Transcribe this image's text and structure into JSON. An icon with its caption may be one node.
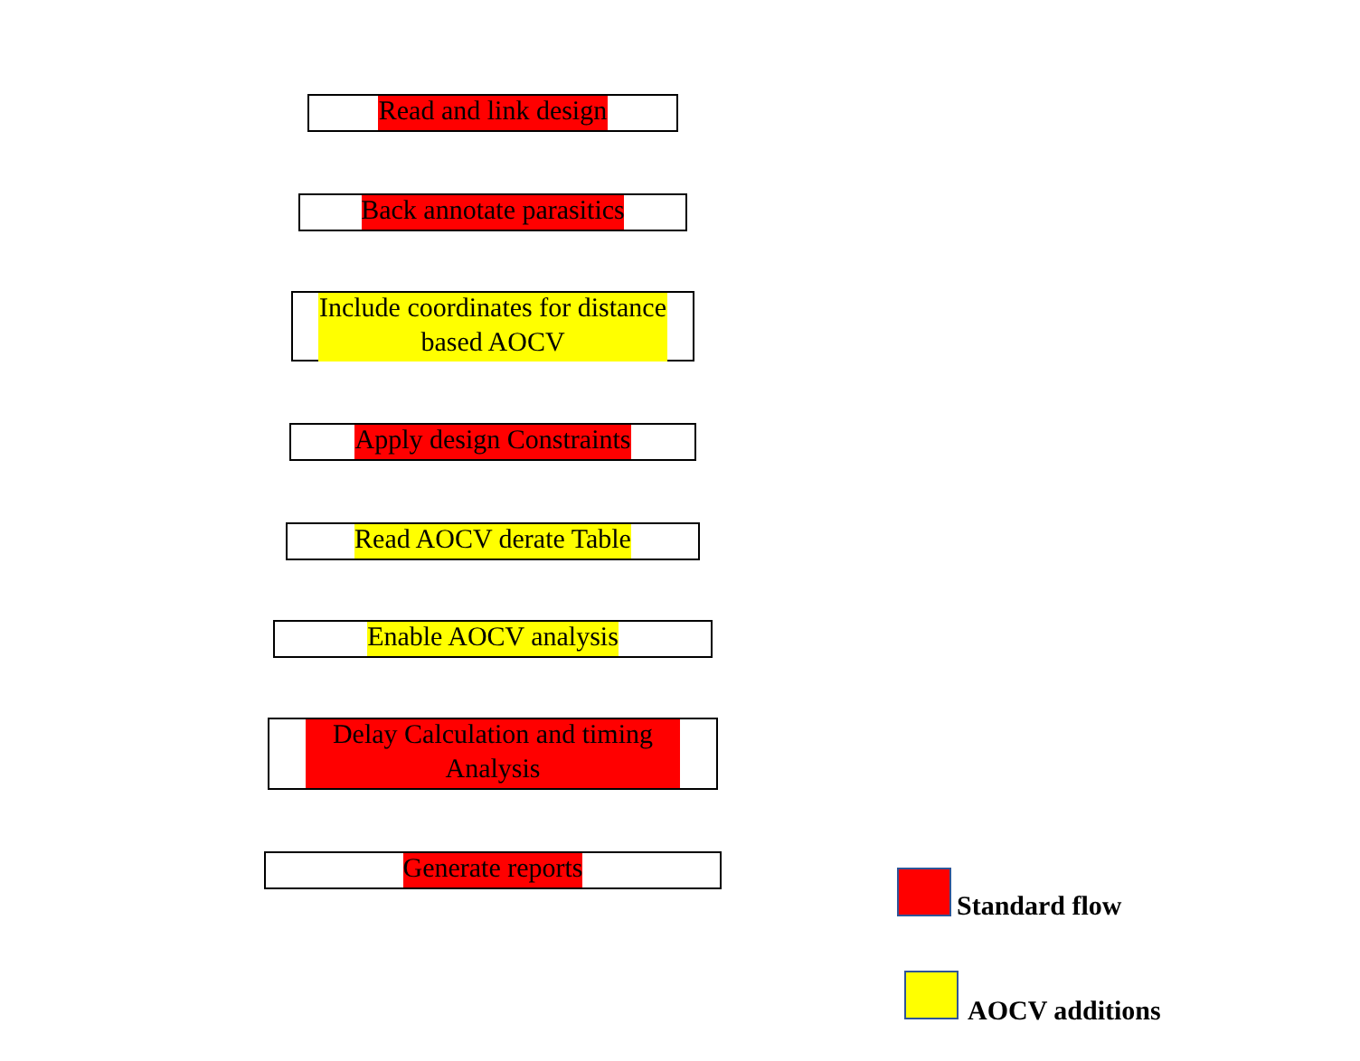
{
  "diagram": {
    "nodes": [
      {
        "text": [
          "Read and link design"
        ]
      },
      {
        "text": [
          "Back annotate parasitics"
        ]
      },
      {
        "text": [
          "Include coordinates for distance based AOCV"
        ]
      },
      {
        "text": [
          "Apply design Constraints"
        ]
      },
      {
        "text": [
          "Read AOCV derate Table"
        ]
      },
      {
        "text": [
          "Enable AOCV analysis"
        ]
      },
      {
        "text": [
          "Delay Calculation and timing Analysis"
        ]
      },
      {
        "text": [
          "Generate reports"
        ]
      }
    ],
    "edges": [],
    "legend": [
      {
        "text": "Standard flow",
        "color": "#ff0000"
      },
      {
        "text": "AOCV additions",
        "color": "#ffff00"
      }
    ]
  }
}
